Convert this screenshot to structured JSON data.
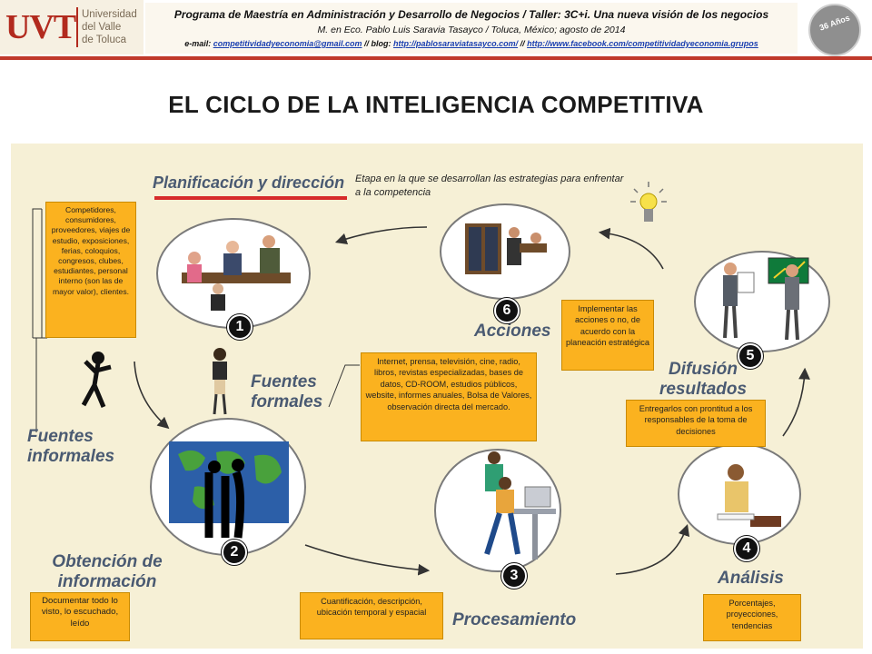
{
  "header": {
    "logo_mark": "UVT",
    "logo_text": [
      "Universidad",
      "del Valle",
      "de Toluca"
    ],
    "line1": "Programa de Maestría en Administración y Desarrollo de Negocios / Taller: 3C+i. Una nueva visión de los negocios",
    "line2": "M. en Eco. Pablo Luis Saravia Tasayco / Toluca, México; agosto de 2014",
    "email_label": "e-mail: ",
    "email": "competitividadyeconomia@gmail.com",
    "sep1": " // blog: ",
    "blog": "http://pablosaraviatasayco.com/",
    "sep2": " // ",
    "facebook": "http://www.facebook.com/competitividadyeconomia.grupos",
    "badge": "36 Años"
  },
  "title": "EL CICLO DE LA INTELIGENCIA COMPETITIVA",
  "stages": {
    "planificacion": "Planificación y dirección",
    "fuentes_formales": "Fuentes formales",
    "fuentes_informales": "Fuentes informales",
    "obtencion": "Obtención de información",
    "procesamiento": "Procesamiento",
    "analisis": "Análisis",
    "difusion": "Difusión resultados",
    "acciones": "Acciones"
  },
  "numbers": [
    "1",
    "2",
    "3",
    "4",
    "5",
    "6"
  ],
  "note": "Etapa en la que se desarrollan las estrategias para enfrentar a la competencia",
  "boxes": {
    "informales": "Competidores, consumidores, proveedores, viajes de estudio, exposiciones, ferias, coloquios, congresos, clubes, estudiantes, personal interno (son las de mayor valor), clientes.",
    "formales": "Internet, prensa, televisión, cine, radio, libros, revistas especializadas, bases de datos, CD-ROOM, estudios públicos, website, informes anuales, Bolsa de Valores, observación directa del mercado.",
    "acciones": "Implementar las acciones o no, de acuerdo con la planeación estratégica",
    "difusion": "Entregarlos con prontitud a los responsables de la toma de decisiones",
    "obtencion": "Documentar todo lo visto, lo escuchado, leído",
    "procesamiento": "Cuantificación, descripción, ubicación temporal y espacial",
    "analisis": "Porcentajes, proyecciones, tendencias"
  },
  "colors": {
    "brand_red": "#c0392b",
    "panel": "#f6f0d6",
    "box_orange": "#fbb21f",
    "stage_text": "#4a5a72"
  }
}
